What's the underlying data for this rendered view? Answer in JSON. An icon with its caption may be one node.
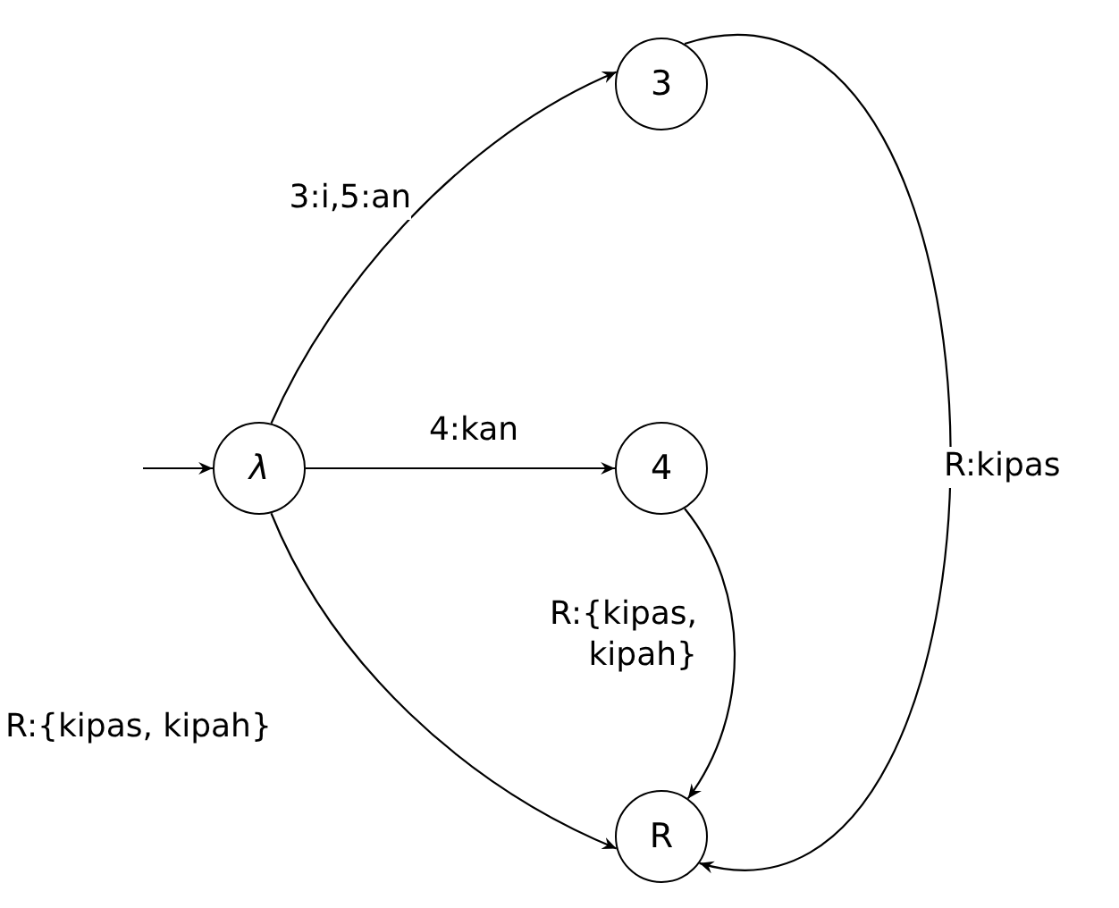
{
  "diagram": {
    "nodes": [
      {
        "text": [
          "λ"
        ]
      },
      {
        "text": [
          "3"
        ]
      },
      {
        "text": [
          "4"
        ]
      },
      {
        "text": [
          "R"
        ]
      }
    ],
    "edges": [
      {
        "from": null,
        "to": 0,
        "arrow": "to"
      },
      {
        "from": 0,
        "to": 1,
        "arrow": "to",
        "label": "3:i,5:an"
      },
      {
        "from": 0,
        "to": 2,
        "arrow": "to",
        "label": "4:kan"
      },
      {
        "from": 2,
        "to": 3,
        "arrow": "to",
        "label": "R:{kipas, kipah}"
      },
      {
        "from": 0,
        "to": 3,
        "arrow": "to",
        "label": "R:{kipas, kipah}"
      },
      {
        "from": 1,
        "to": 3,
        "arrow": "to",
        "label": "R:kipas"
      }
    ]
  }
}
